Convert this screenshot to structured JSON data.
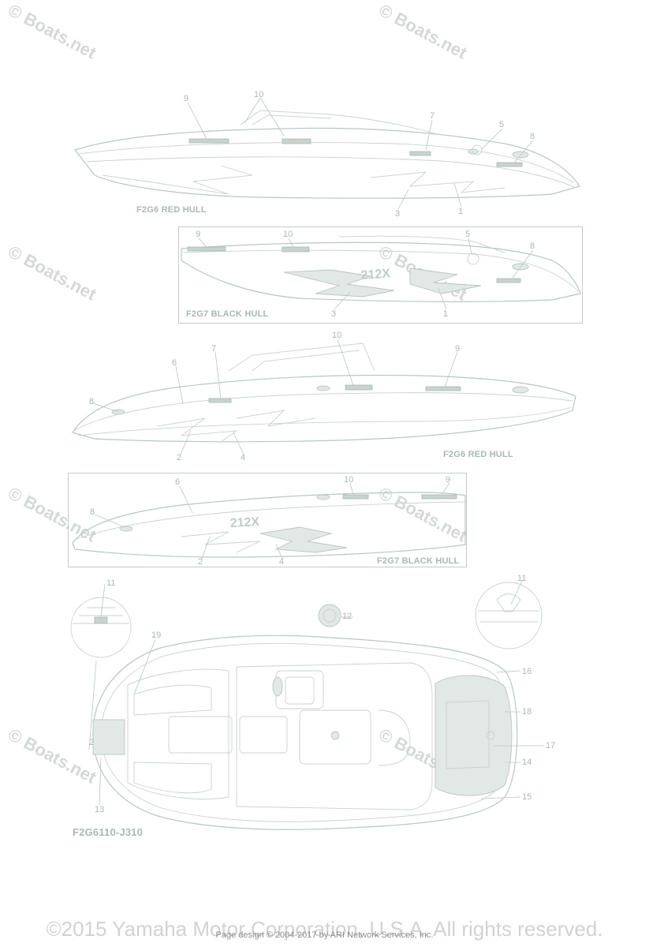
{
  "watermark": "© Boats.net",
  "diagram": {
    "views": [
      {
        "id": "red-hull-1",
        "label": "F2G6   RED HULL",
        "callouts": [
          "9",
          "10",
          "7",
          "5",
          "8",
          "3",
          "1"
        ]
      },
      {
        "id": "black-hull-1",
        "label": "F2G7   BLACK HULL",
        "callouts": [
          "9",
          "10",
          "5",
          "8",
          "3",
          "1"
        ]
      },
      {
        "id": "red-hull-2",
        "label": "F2G6   RED HULL",
        "callouts": [
          "10",
          "9",
          "7",
          "6",
          "8",
          "2",
          "4"
        ]
      },
      {
        "id": "black-hull-2",
        "label": "F2G7   BLACK HULL",
        "callouts": [
          "6",
          "10",
          "9",
          "8",
          "2",
          "4"
        ]
      },
      {
        "id": "top-view",
        "label": "F2G6110-J310",
        "callouts": [
          "11",
          "11",
          "12",
          "19",
          "16",
          "18",
          "17",
          "14",
          "15",
          "13",
          "2"
        ]
      }
    ],
    "deck_logo": "212X"
  },
  "footer": {
    "copyright": "©2015 Yamaha Motor Corporation, U.S.A. All rights reserved.",
    "page_design": "Page design © 2004-2017 by ARI Network Services, Inc."
  }
}
